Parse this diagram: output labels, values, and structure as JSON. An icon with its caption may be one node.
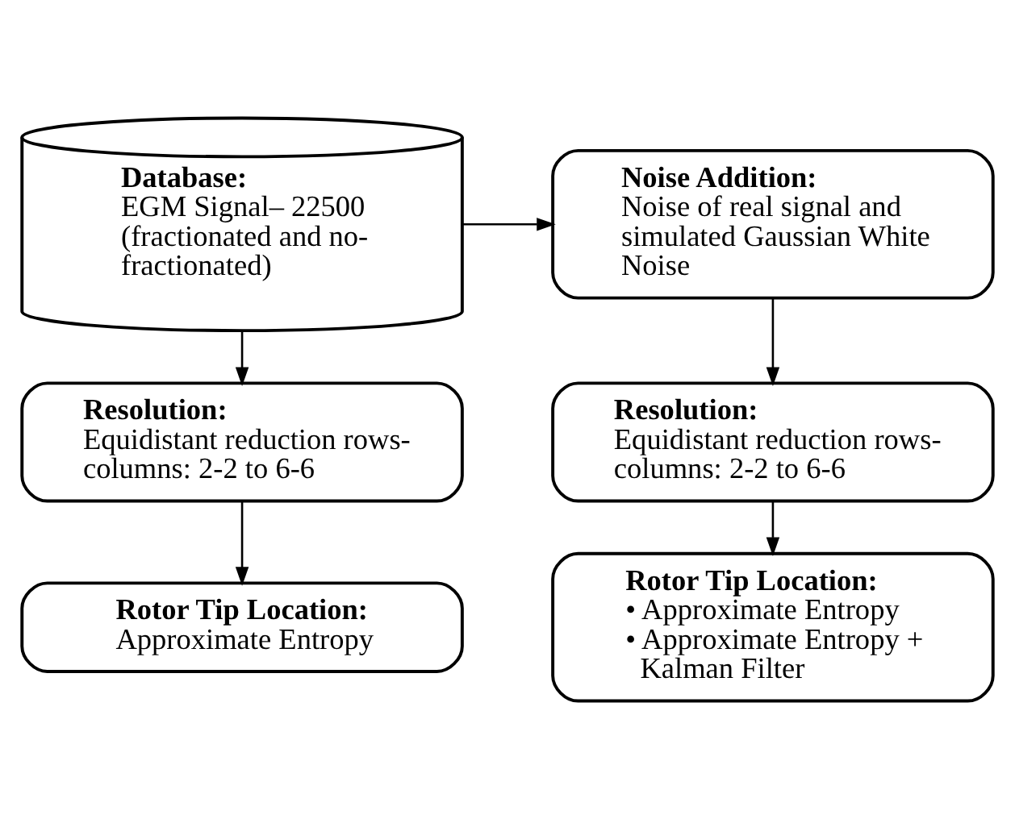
{
  "diagram": {
    "nodes": [
      {
        "text": [
          "Database:",
          "EGM Signal– 22500 (fractionated and no-fractionated)"
        ]
      },
      {
        "text": [
          "Noise Addition:",
          "Noise of real signal and simulated Gaussian White Noise"
        ]
      },
      {
        "text": [
          "Resolution:",
          "Equidistant reduction rows-columns: 2-2 to 6-6"
        ]
      },
      {
        "text": [
          "Resolution:",
          "Equidistant reduction rows-columns: 2-2 to 6-6"
        ]
      },
      {
        "text": [
          "Rotor Tip Location:",
          "Approximate Entropy"
        ]
      },
      {
        "text": [
          "Rotor Tip Location:",
          "• Approximate Entropy",
          "• Approximate Entropy + Kalman Filter"
        ]
      }
    ],
    "edges": [
      {
        "from": 0,
        "to": 1,
        "arrow": "to"
      },
      {
        "from": 0,
        "to": 2,
        "arrow": "to"
      },
      {
        "from": 1,
        "to": 3,
        "arrow": "to"
      },
      {
        "from": 2,
        "to": 4,
        "arrow": "to"
      },
      {
        "from": 3,
        "to": 5,
        "arrow": "to"
      }
    ]
  }
}
